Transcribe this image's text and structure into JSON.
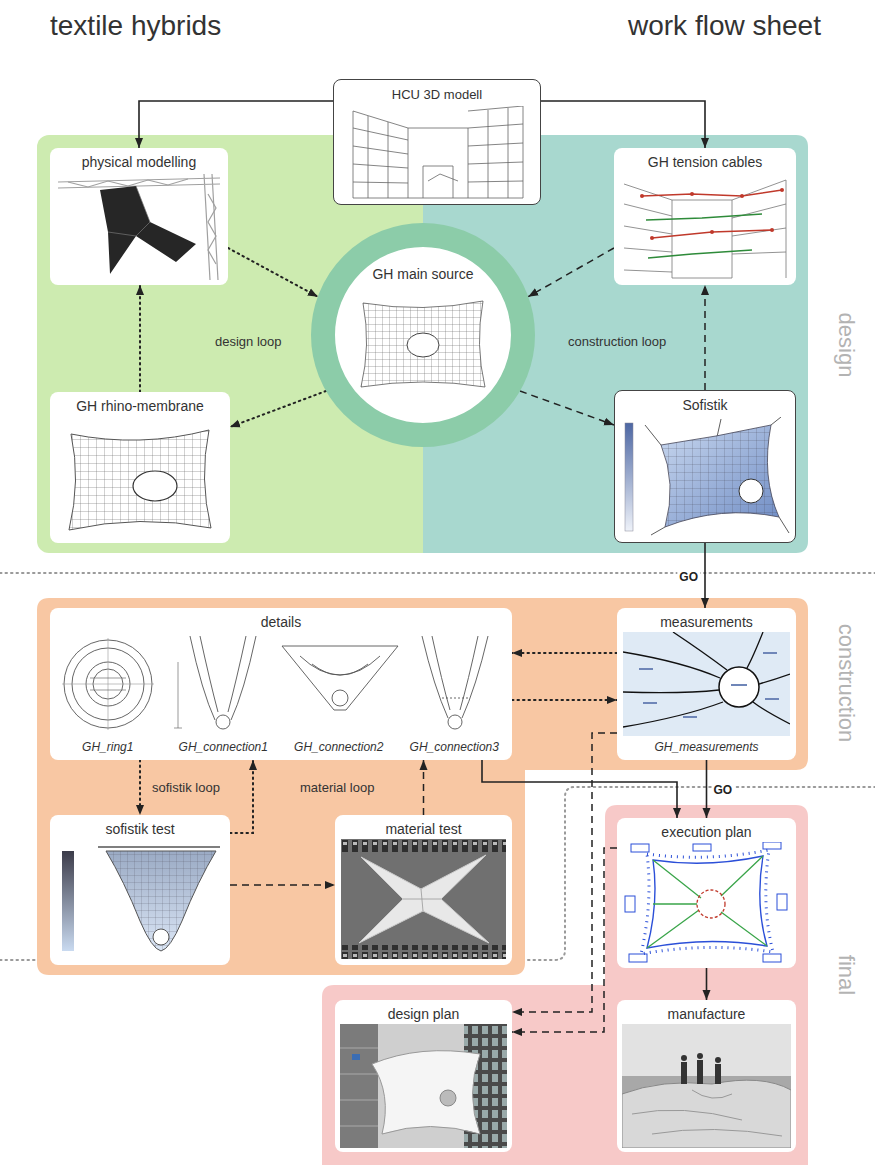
{
  "diagram": {
    "title": "textile hybrids",
    "nodes": [
      {
        "text": [
          "HCU 3D modell"
        ]
      },
      {
        "text": [
          "physical modelling"
        ]
      },
      {
        "text": [
          "GH main source"
        ]
      },
      {
        "text": [
          "GH tension cables"
        ]
      },
      {
        "text": [
          "GH rhino-membrane"
        ]
      },
      {
        "text": [
          "Sofistik"
        ]
      },
      {
        "text": [
          "details",
          "GH_ring1",
          "GH_connection1",
          "GH_connection2",
          "GH_connection3"
        ]
      },
      {
        "text": [
          "measurements",
          "GH_measurements"
        ]
      },
      {
        "text": [
          "sofistik test"
        ]
      },
      {
        "text": [
          "material test"
        ]
      },
      {
        "text": [
          "execution plan"
        ]
      },
      {
        "text": [
          "design plan"
        ]
      },
      {
        "text": [
          "manufacture"
        ]
      }
    ],
    "edges": [
      {
        "from": 0,
        "to": 1,
        "arrow": "to"
      },
      {
        "from": 0,
        "to": 3,
        "arrow": "to"
      },
      {
        "from": 1,
        "to": 2,
        "arrow": "to"
      },
      {
        "from": 2,
        "to": 4,
        "arrow": "to"
      },
      {
        "from": 4,
        "to": 1,
        "arrow": "to"
      },
      {
        "from": 3,
        "to": 2,
        "arrow": "to"
      },
      {
        "from": 2,
        "to": 5,
        "arrow": "to"
      },
      {
        "from": 5,
        "to": 3,
        "arrow": "to"
      },
      {
        "from": 5,
        "to": 7,
        "label": "GO",
        "arrow": "to"
      },
      {
        "from": 7,
        "to": 6,
        "arrow": "to"
      },
      {
        "from": 6,
        "to": 7,
        "arrow": "to"
      },
      {
        "from": 6,
        "to": 8,
        "arrow": "to"
      },
      {
        "from": 8,
        "to": 6,
        "arrow": "to"
      },
      {
        "from": 8,
        "to": 9,
        "arrow": "to"
      },
      {
        "from": 9,
        "to": 6,
        "arrow": "to"
      },
      {
        "from": 6,
        "to": 10,
        "arrow": "to"
      },
      {
        "from": 7,
        "to": 10,
        "label": "GO",
        "arrow": "to"
      },
      {
        "from": 7,
        "to": 11,
        "arrow": "to"
      },
      {
        "from": 10,
        "to": 11,
        "arrow": "to"
      },
      {
        "from": 10,
        "to": 12,
        "arrow": "to"
      }
    ],
    "labels": [
      "work flow sheet",
      "design loop",
      "construction loop",
      "sofistik loop",
      "material loop",
      "design",
      "construction",
      "final"
    ]
  }
}
